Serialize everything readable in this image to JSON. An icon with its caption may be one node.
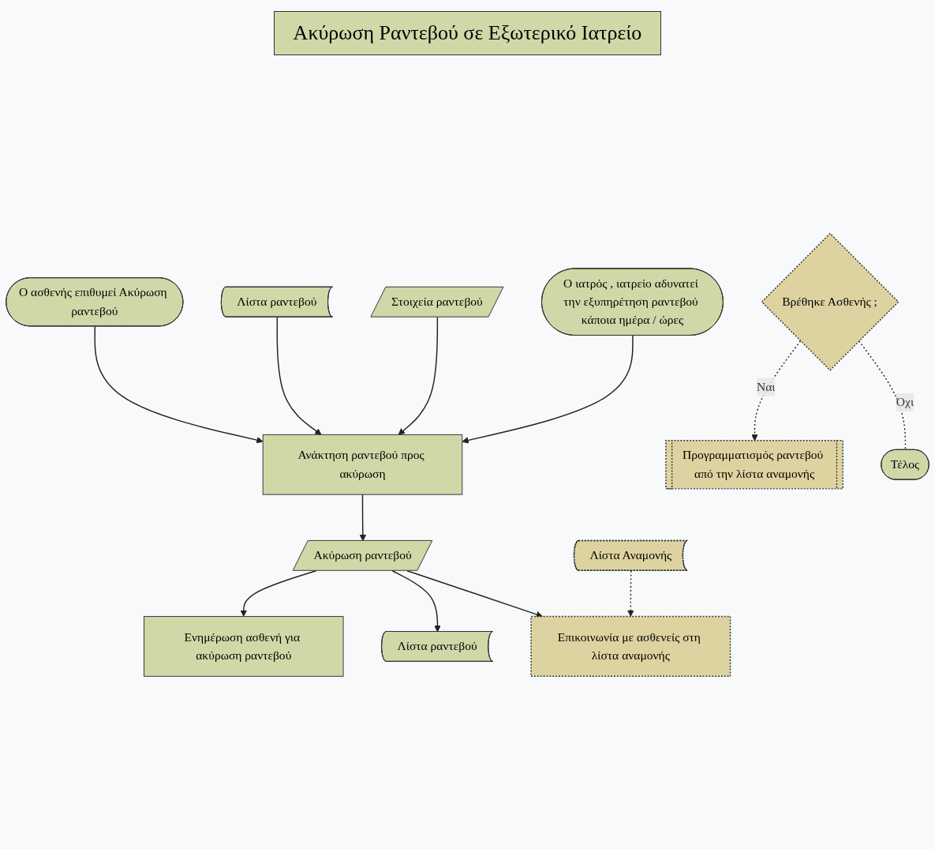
{
  "diagram": {
    "title": "Ακύρωση Ραντεβού σε Εξωτερικό Ιατρείο",
    "nodes": [
      {
        "text": [
          "Ο ασθενής επιθυμεί Ακύρωση ραντεβού"
        ]
      },
      {
        "text": [
          "Ανάκτηση ραντεβού προς ακύρωση"
        ]
      },
      {
        "text": [
          "Ο ιατρός , ιατρείο αδυνατεί την εξυπηρέτηση ραντεβού κάποια ημέρα / ώρες"
        ]
      },
      {
        "text": [
          "Λίστα ραντεβού"
        ]
      },
      {
        "text": [
          "Ακύρωση ραντεβού"
        ]
      },
      {
        "text": [
          "Ενημέρωση ασθενή για ακύρωση ραντεβού"
        ]
      },
      {
        "text": [
          "Στοιχεία ραντεβού"
        ]
      },
      {
        "text": [
          "Λίστα ραντεβού"
        ]
      },
      {
        "text": [
          "Λίστα Αναμονής"
        ]
      },
      {
        "text": [
          "Επικοινωνία με ασθενείς στη λίστα αναμονής"
        ]
      },
      {
        "text": [
          "Βρέθηκε Ασθενής ;"
        ]
      },
      {
        "text": [
          "Προγραμματισμός ραντεβού από την λίστα αναμονής"
        ]
      },
      {
        "text": [
          "Τέλος"
        ]
      }
    ],
    "edges": [
      {
        "from": 0,
        "to": 1,
        "arrow": "to"
      },
      {
        "from": 3,
        "to": 1,
        "arrow": "to"
      },
      {
        "from": 6,
        "to": 1,
        "arrow": "to"
      },
      {
        "from": 2,
        "to": 1,
        "arrow": "to"
      },
      {
        "from": 1,
        "to": 4,
        "arrow": "to"
      },
      {
        "from": 4,
        "to": 5,
        "arrow": "to"
      },
      {
        "from": 4,
        "to": 7,
        "arrow": "to"
      },
      {
        "from": 4,
        "to": 9,
        "arrow": "to"
      },
      {
        "from": 8,
        "to": 9,
        "arrow": "to",
        "style": "dashed"
      },
      {
        "from": 10,
        "to": 11,
        "arrow": "to",
        "style": "dashed",
        "label": "Ναι"
      },
      {
        "from": 10,
        "to": 12,
        "arrow": "none",
        "style": "dashed",
        "label": "Όχι"
      }
    ]
  }
}
